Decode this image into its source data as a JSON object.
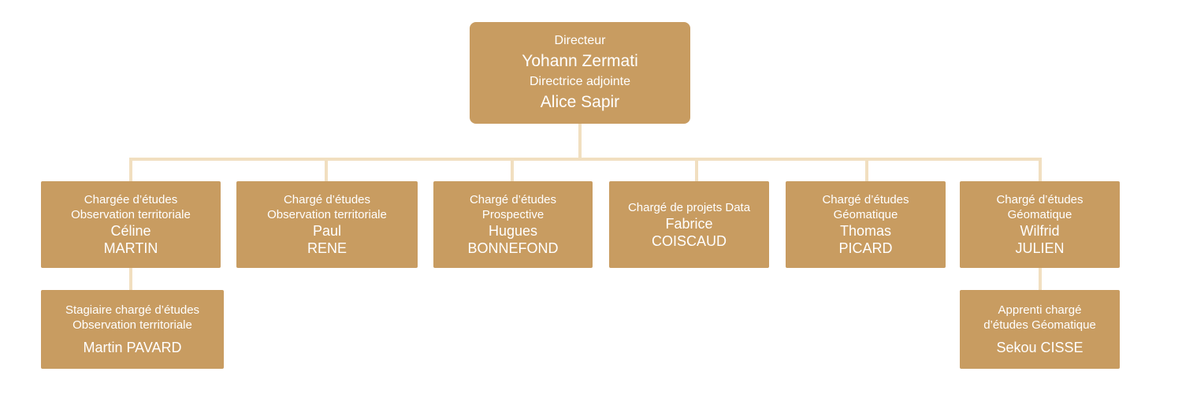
{
  "colors": {
    "box_fill": "#c89c61",
    "connector": "#f1dfc0",
    "text": "#ffffff"
  },
  "director": {
    "role": "Directeur",
    "name": "Yohann Zermati",
    "deputy_role": "Directrice adjointe",
    "deputy_name": "Alice Sapir"
  },
  "staff": [
    {
      "role_lines": [
        "Chargée d’études",
        "Observation territoriale"
      ],
      "name_lines": [
        "Céline",
        "MARTIN"
      ]
    },
    {
      "role_lines": [
        "Chargé d’études",
        "Observation territoriale"
      ],
      "name_lines": [
        "Paul",
        "RENE"
      ]
    },
    {
      "role_lines": [
        "Chargé d’études",
        "Prospective"
      ],
      "name_lines": [
        "Hugues",
        "BONNEFOND"
      ]
    },
    {
      "role_lines": [
        "Chargé de projets Data"
      ],
      "name_lines": [
        "Fabrice",
        "COISCAUD"
      ]
    },
    {
      "role_lines": [
        "Chargé d’études",
        "Géomatique"
      ],
      "name_lines": [
        "Thomas",
        "PICARD"
      ]
    },
    {
      "role_lines": [
        "Chargé d’études",
        "Géomatique"
      ],
      "name_lines": [
        "Wilfrid",
        "JULIEN"
      ]
    }
  ],
  "subordinates": [
    {
      "role_lines": [
        "Stagiaire chargé d’études",
        "Observation territoriale"
      ],
      "name_lines": [
        "Martin PAVARD"
      ]
    },
    {
      "role_lines": [
        "Apprenti chargé",
        "d’études Géomatique"
      ],
      "name_lines": [
        "Sekou CISSE"
      ]
    }
  ]
}
